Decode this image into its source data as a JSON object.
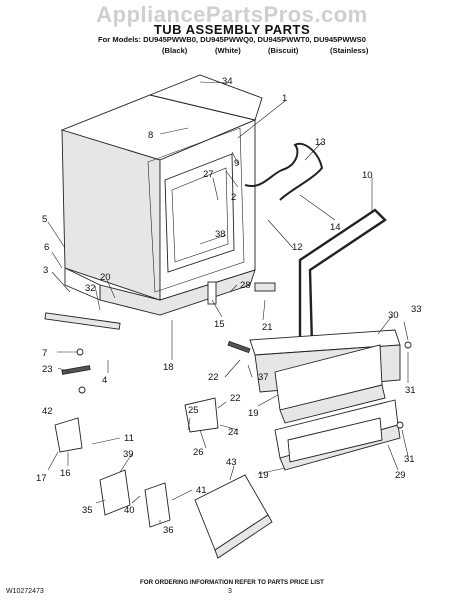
{
  "watermark": "AppliancePartsPros.com",
  "title": "TUB ASSEMBLY PARTS",
  "models_line": "For Models: DU945PWWB0, DU945PWWQ0, DU945PWWT0, DU945PWWS0",
  "colors": [
    "(Black)",
    "(White)",
    "(Biscuit)",
    "(Stainless)"
  ],
  "callouts": {
    "c1": "1",
    "c2": "2",
    "c3": "3",
    "c4": "4",
    "c5": "5",
    "c6": "6",
    "c7": "7",
    "c8": "8",
    "c9": "9",
    "c10": "10",
    "c11": "11",
    "c12": "12",
    "c13": "13",
    "c14": "14",
    "c15": "15",
    "c16": "16",
    "c17": "17",
    "c18": "18",
    "c19a": "19",
    "c19b": "19",
    "c20": "20",
    "c21": "21",
    "c22a": "22",
    "c22b": "22",
    "c23": "23",
    "c24": "24",
    "c25": "25",
    "c26": "26",
    "c27": "27",
    "c28": "28",
    "c29": "29",
    "c30": "30",
    "c31a": "31",
    "c31b": "31",
    "c32": "32",
    "c33": "33",
    "c34": "34",
    "c35": "35",
    "c36": "36",
    "c37": "37",
    "c38": "38",
    "c39": "39",
    "c40": "40",
    "c41": "41",
    "c42": "42",
    "c43": "43"
  },
  "footer_note": "FOR ORDERING INFORMATION REFER TO PARTS PRICE LIST",
  "doc_number": "W10272473",
  "page_number": "3"
}
